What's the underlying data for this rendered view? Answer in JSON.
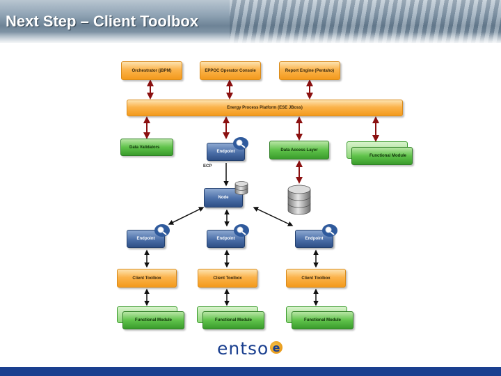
{
  "slide": {
    "title": "Next Step – Client Toolbox"
  },
  "top_row": [
    {
      "label": "Orchestrator (jBPM)"
    },
    {
      "label": "EPPOC Operator Console"
    },
    {
      "label": "Report Engine (Pentaho)"
    }
  ],
  "platform": {
    "label": "Energy Process Platform (ESE JBoss)"
  },
  "mid_row": {
    "data_validators": "Data Validators",
    "endpoint": "Endpoint",
    "data_access_layer": "Data Access Layer",
    "functional_module": "Functional Module"
  },
  "ecp_label": "ECP",
  "node": {
    "label": "Node"
  },
  "clients": [
    {
      "endpoint": "Endpoint",
      "toolbox": "Client Toolbox",
      "module": "Functional Module"
    },
    {
      "endpoint": "Endpoint",
      "toolbox": "Client Toolbox",
      "module": "Functional Module"
    },
    {
      "endpoint": "Endpoint",
      "toolbox": "Client Toolbox",
      "module": "Functional Module"
    }
  ],
  "logo": {
    "text": "entso",
    "mark": "e"
  },
  "colors": {
    "orange": "#f9a73a",
    "green": "#4cae3a",
    "blue": "#3d5f97",
    "arrow_red": "#8b1010",
    "footer": "#1a3f8f"
  }
}
